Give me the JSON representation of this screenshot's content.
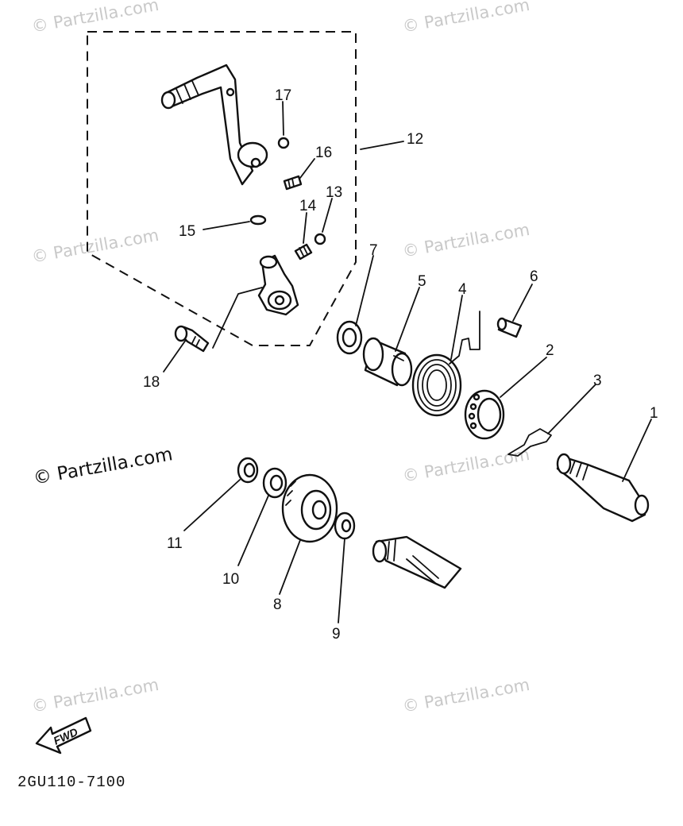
{
  "watermark": "© Partzilla.com",
  "diagram_code": "2GU110-7100",
  "fwd_label": "FWD",
  "callouts": {
    "n1": "1",
    "n2": "2",
    "n3": "3",
    "n4": "4",
    "n5": "5",
    "n6": "6",
    "n7": "7",
    "n8": "8",
    "n9": "9",
    "n10": "10",
    "n11": "11",
    "n12": "12",
    "n13": "13",
    "n14": "14",
    "n15": "15",
    "n16": "16",
    "n17": "17",
    "n18": "18"
  }
}
